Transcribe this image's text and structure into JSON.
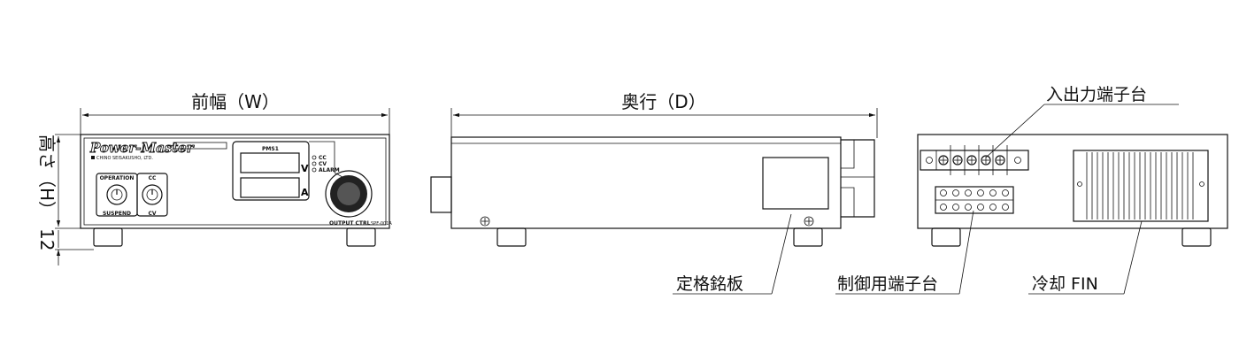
{
  "dimensions": {
    "width_label": "前幅（W）",
    "depth_label": "奥行（D）",
    "height_label": "高さ（H）",
    "foot_label": "12"
  },
  "front_panel": {
    "brand": "Power-Master",
    "maker": "CHINO SEISAKUSHO, LTD.",
    "model": "PMS1",
    "meter_v_unit": "V",
    "meter_a_unit": "A",
    "lamp_cc": "CC",
    "lamp_cv": "CV",
    "lamp_alarm": "ALARM",
    "switch_operation": "OPERATION",
    "switch_suspend": "SUSPEND",
    "switch_cc": "CC",
    "switch_cv": "CV",
    "knob_label": "OUTPUT CTRL",
    "serial": "SPF-001A"
  },
  "callouts": {
    "output_terminal": "入出力端子台",
    "rating_plate": "定格銘板",
    "control_terminal": "制御用端子台",
    "cooling_fin": "冷却 FIN"
  }
}
